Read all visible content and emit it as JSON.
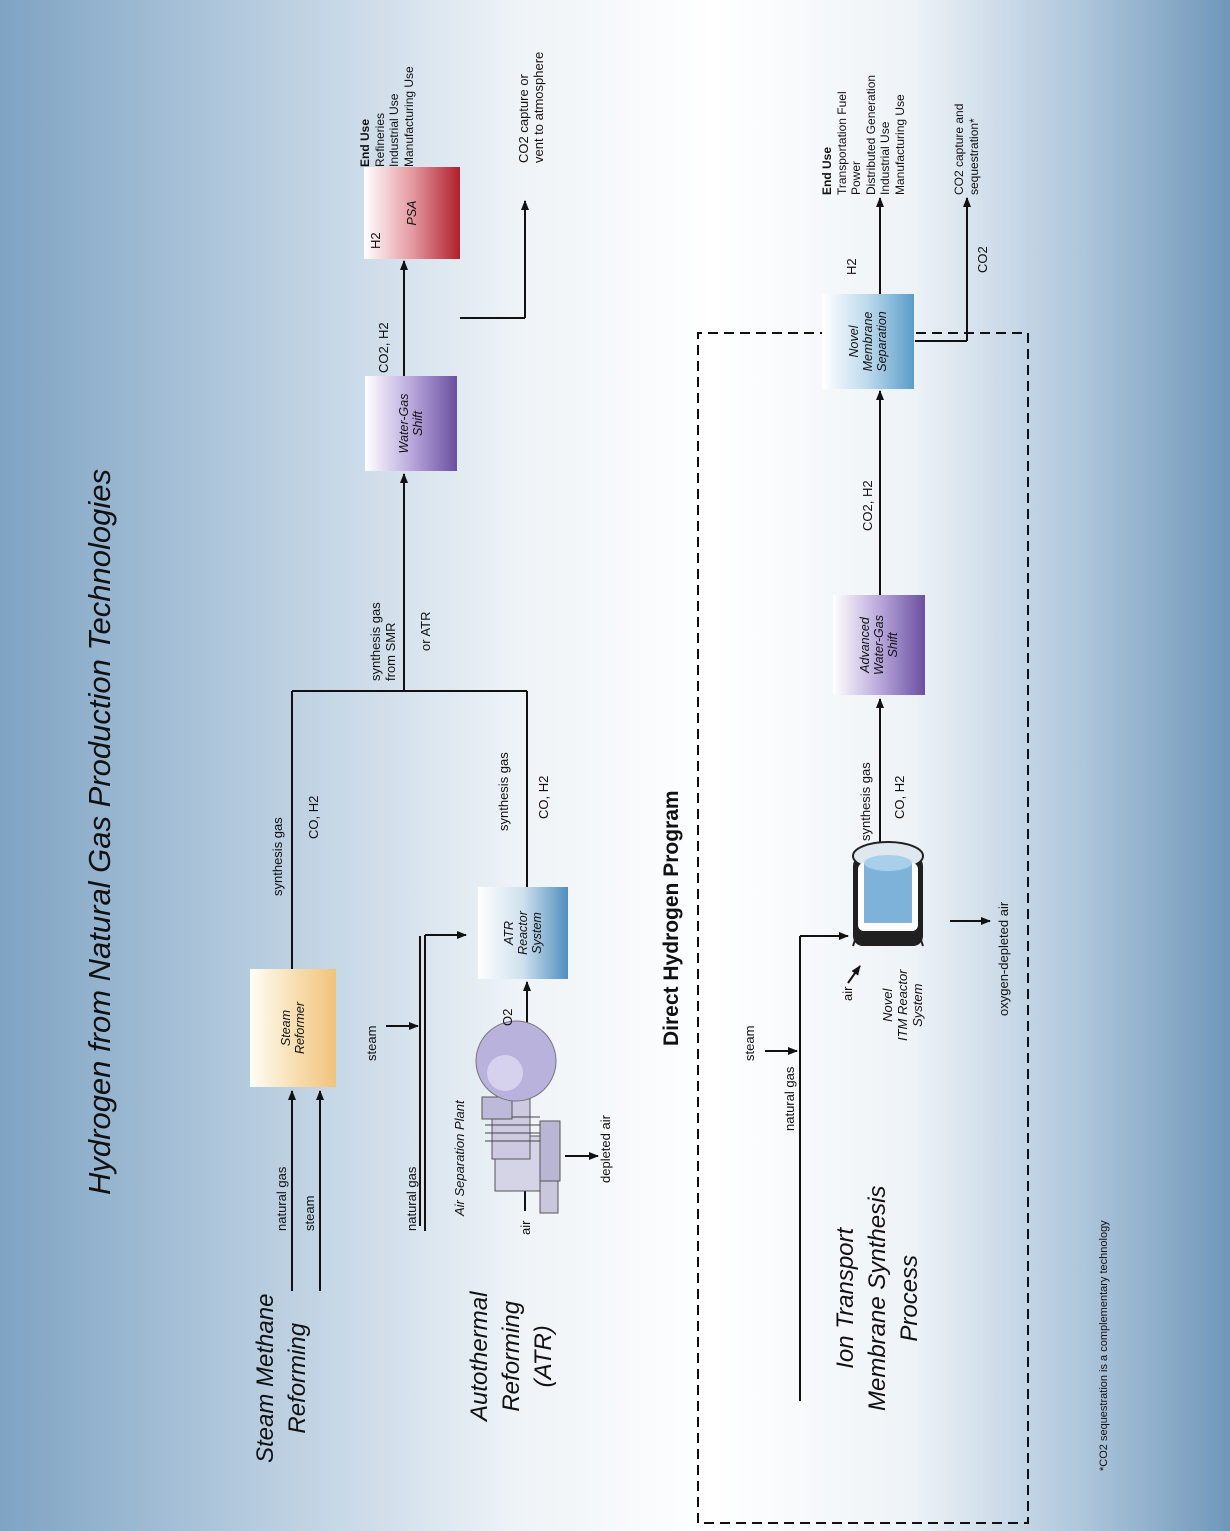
{
  "title": "Hydrogen from Natural Gas Production Technologies",
  "smr": {
    "section": [
      "Steam Methane",
      "Reforming"
    ],
    "input_natural_gas": "natural gas",
    "input_steam": "steam",
    "box": [
      "Steam",
      "Reformer"
    ],
    "out_top": "synthesis gas",
    "out_bottom": "CO, H2"
  },
  "atr": {
    "section": [
      "Autothermal",
      "Reforming",
      "(ATR)"
    ],
    "air": "air",
    "asu_label": "Air Separation Plant",
    "depleted_air": "depleted air",
    "o2": "O2",
    "natural_gas": "natural gas",
    "steam": "steam",
    "box": [
      "ATR",
      "Reactor",
      "System"
    ],
    "out_top": "synthesis gas",
    "out_bottom": "CO, H2"
  },
  "merge": {
    "label_top": [
      "synthesis gas",
      "from SMR"
    ],
    "label_bottom": "or ATR"
  },
  "wgs": {
    "box": [
      "Water-Gas",
      "Shift"
    ],
    "out_label": "CO2, H2"
  },
  "psa": {
    "box": "PSA",
    "h2": "H2",
    "co2_dest": [
      "CO2 capture or",
      "vent to atmosphere"
    ]
  },
  "end_use_top": {
    "heading": "End Use",
    "items": [
      "Refineries",
      "Industrial Use",
      "Manufacturing Use"
    ]
  },
  "program": {
    "title": "Direct Hydrogen Program",
    "section": [
      "Ion Transport",
      "Membrane Synthesis",
      "Process"
    ],
    "natural_gas": "natural gas",
    "steam": "steam",
    "air": "air",
    "reactor_label": [
      "Novel",
      "ITM Reactor",
      "System"
    ],
    "oxygen_depleted": "oxygen-depleted air",
    "syngas_top": "synthesis gas",
    "syngas_bottom": "CO, H2",
    "awgs_box": [
      "Advanced",
      "Water-Gas",
      "Shift"
    ],
    "awgs_out": "CO2, H2",
    "membrane_box": [
      "Novel",
      "Membrane",
      "Separation"
    ],
    "h2": "H2",
    "co2": "CO2"
  },
  "end_use_bottom": {
    "heading": "End Use",
    "items": [
      "Transportation Fuel",
      "Power",
      "Distributed Generation",
      "Industrial Use",
      "Manufacturing Use"
    ],
    "co2_items": [
      "CO2 capture and",
      "sequestration*"
    ]
  },
  "footnote": "*CO2 sequestration is a complementary technology",
  "colors": {
    "steam_reformer": "#f2c886",
    "water_gas_shift": "#6b4fa0",
    "psa": "#b01f2c",
    "atr_reactor": "#4f8fbf",
    "membrane": "#5a9cc8"
  }
}
